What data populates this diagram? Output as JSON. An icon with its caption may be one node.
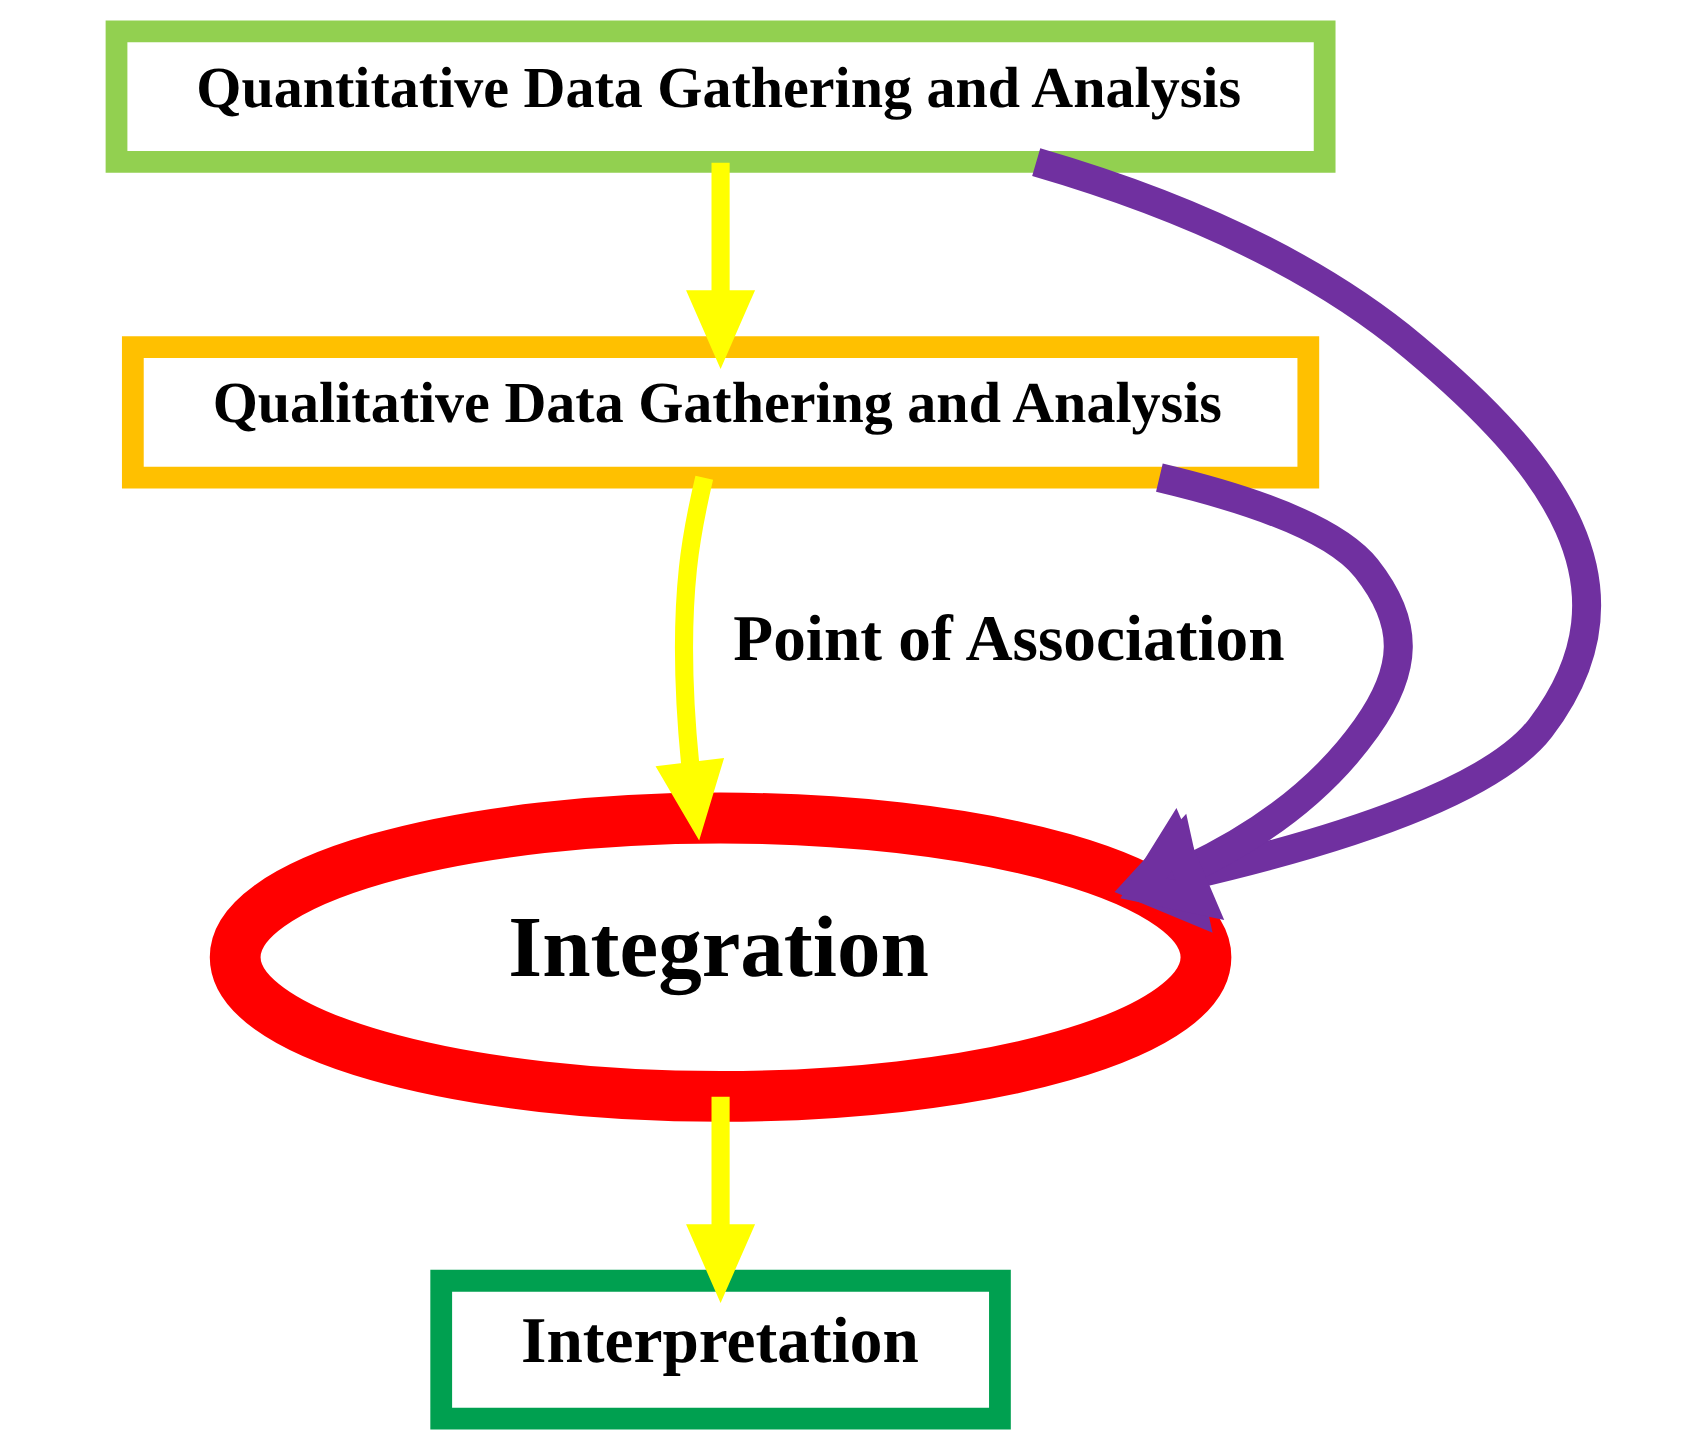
{
  "diagram": {
    "nodes": [
      {
        "text": [
          "Quantitative Data Gathering and Analysis"
        ]
      },
      {
        "text": [
          "Qualitative Data Gathering and Analysis"
        ]
      },
      {
        "text": [
          "Integration"
        ]
      },
      {
        "text": [
          "Interpretation"
        ]
      }
    ],
    "edges": [
      {
        "from": 0,
        "to": 1,
        "arrow": "to"
      },
      {
        "from": 1,
        "to": 2,
        "arrow": "to",
        "label": "Point of Association"
      },
      {
        "from": 2,
        "to": 3,
        "arrow": "to"
      },
      {
        "from": 0,
        "to": 2,
        "arrow": "to",
        "color": "#7030a0"
      },
      {
        "from": 1,
        "to": 2,
        "arrow": "to",
        "color": "#7030a0"
      }
    ]
  }
}
